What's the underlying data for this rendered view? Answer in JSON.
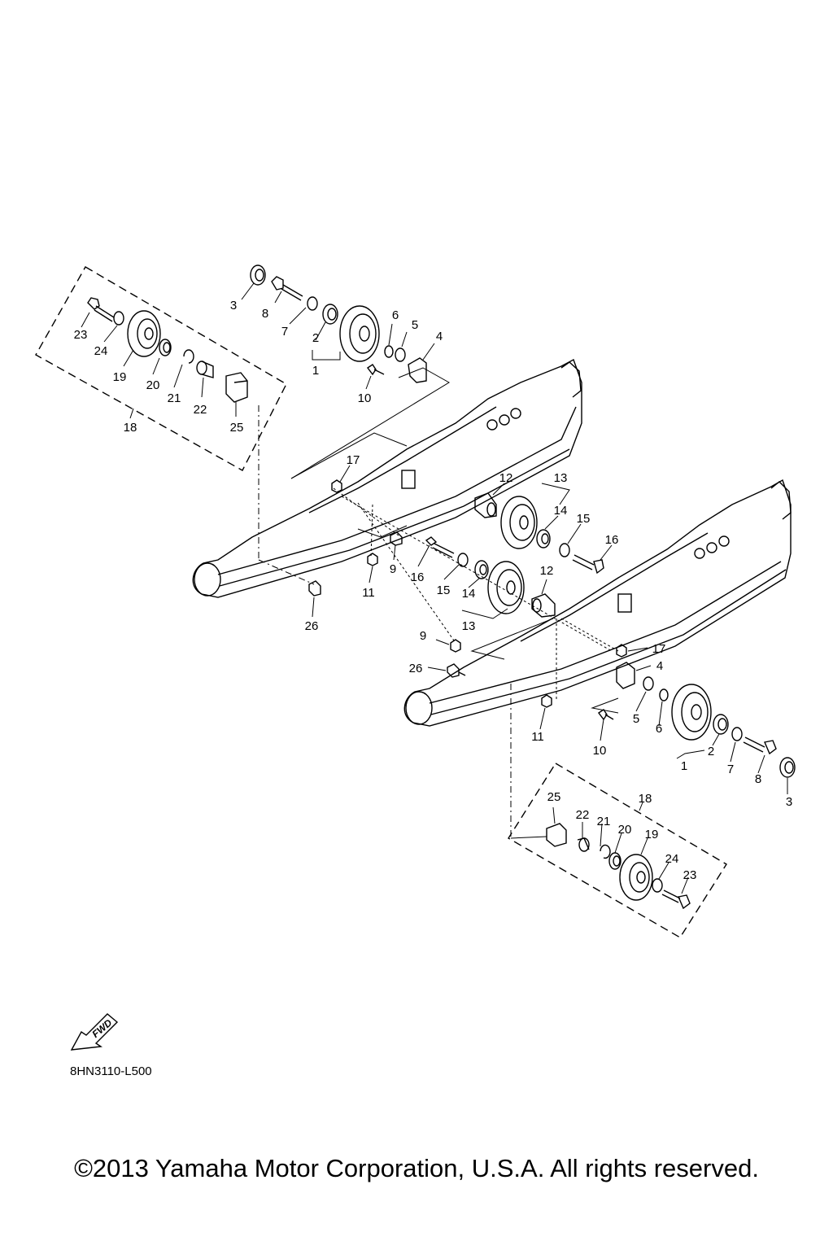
{
  "labels": {
    "l1": "1",
    "l2": "2",
    "l3": "3",
    "l4": "4",
    "l5": "5",
    "l6": "6",
    "l7": "7",
    "l8": "8",
    "l9": "9",
    "l10": "10",
    "l11": "11",
    "l12": "12",
    "l13": "13",
    "l14": "14",
    "l15": "15",
    "l16": "16",
    "l17": "17",
    "l18": "18",
    "l19": "19",
    "l20": "20",
    "l21": "21",
    "l22": "22",
    "l23": "23",
    "l24": "24",
    "l25": "25",
    "l26": "26"
  },
  "fwd_label": "FWD",
  "drawing_code": "8HN3110-L500",
  "copyright": "©2013 Yamaha Motor Corporation, U.S.A. All rights reserved."
}
